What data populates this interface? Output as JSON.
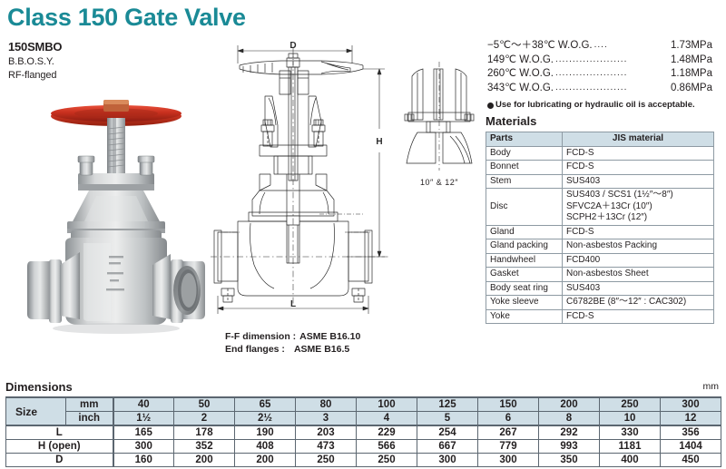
{
  "title": "Class 150 Gate Valve",
  "model": {
    "code": "150SMBO",
    "lines": [
      "B.B.O.S.Y.",
      "RF-flanged"
    ]
  },
  "ratings": {
    "lines": [
      {
        "temp": "−5℃～＋38℃ W.O.G.",
        "dots": "....",
        "value": "1.73MPa"
      },
      {
        "temp": "149℃ W.O.G.",
        "dots": ".....................",
        "value": "1.48MPa"
      },
      {
        "temp": "260℃ W.O.G.",
        "dots": ".....................",
        "value": "1.18MPa"
      },
      {
        "temp": "343℃ W.O.G.",
        "dots": ".....................",
        "value": "0.86MPa"
      }
    ],
    "note": "Use for lubricating or hydraulic oil is acceptable."
  },
  "materials": {
    "heading": "Materials",
    "columns": [
      "Parts",
      "JIS material"
    ],
    "rows": [
      {
        "part": "Body",
        "material": "FCD-S"
      },
      {
        "part": "Bonnet",
        "material": "FCD-S"
      },
      {
        "part": "Stem",
        "material": "SUS403"
      },
      {
        "part": "Disc",
        "material_lines": [
          "SUS403 / SCS1 (1½″～8″)",
          "SFVC2A＋13Cr (10″)",
          "SCPH2＋13Cr (12″)"
        ]
      },
      {
        "part": "Gland",
        "material": "FCD-S"
      },
      {
        "part": "Gland packing",
        "material": "Non-asbestos Packing"
      },
      {
        "part": "Handwheel",
        "material": "FCD400"
      },
      {
        "part": "Gasket",
        "material": "Non-asbestos Sheet"
      },
      {
        "part": "Body seat ring",
        "material": "SUS403"
      },
      {
        "part": "Yoke sleeve",
        "material": "C6782BE (8″～12″ : CAC302)"
      },
      {
        "part": "Yoke",
        "material": "FCD-S"
      }
    ]
  },
  "drawing": {
    "dim_d_label": "D",
    "dim_h_label": "H",
    "dim_l_label": "L",
    "inset_caption": "10″ & 12″",
    "standards": [
      {
        "label": "F-F dimension :",
        "value": "ASME B16.10"
      },
      {
        "label": "End flanges :",
        "value": "ASME B16.5"
      }
    ]
  },
  "dimensions": {
    "heading": "Dimensions",
    "unit": "mm",
    "size_label": "Size",
    "unit_row_labels": [
      "mm",
      "inch"
    ],
    "sizes_mm": [
      "40",
      "50",
      "65",
      "80",
      "100",
      "125",
      "150",
      "200",
      "250",
      "300"
    ],
    "sizes_inch": [
      "1½",
      "2",
      "2½",
      "3",
      "4",
      "5",
      "6",
      "8",
      "10",
      "12"
    ],
    "rows": [
      {
        "label": "L",
        "values": [
          "165",
          "178",
          "190",
          "203",
          "229",
          "254",
          "267",
          "292",
          "330",
          "356"
        ]
      },
      {
        "label": "H (open)",
        "values": [
          "300",
          "352",
          "408",
          "473",
          "566",
          "667",
          "779",
          "993",
          "1181",
          "1404"
        ]
      },
      {
        "label": "D",
        "values": [
          "160",
          "200",
          "200",
          "250",
          "250",
          "300",
          "300",
          "350",
          "400",
          "450"
        ]
      }
    ]
  },
  "colors": {
    "title": "#1a8a96",
    "table_header": "#cfdee6",
    "handwheel": "#c0392b",
    "body": "#b9bcbe"
  }
}
